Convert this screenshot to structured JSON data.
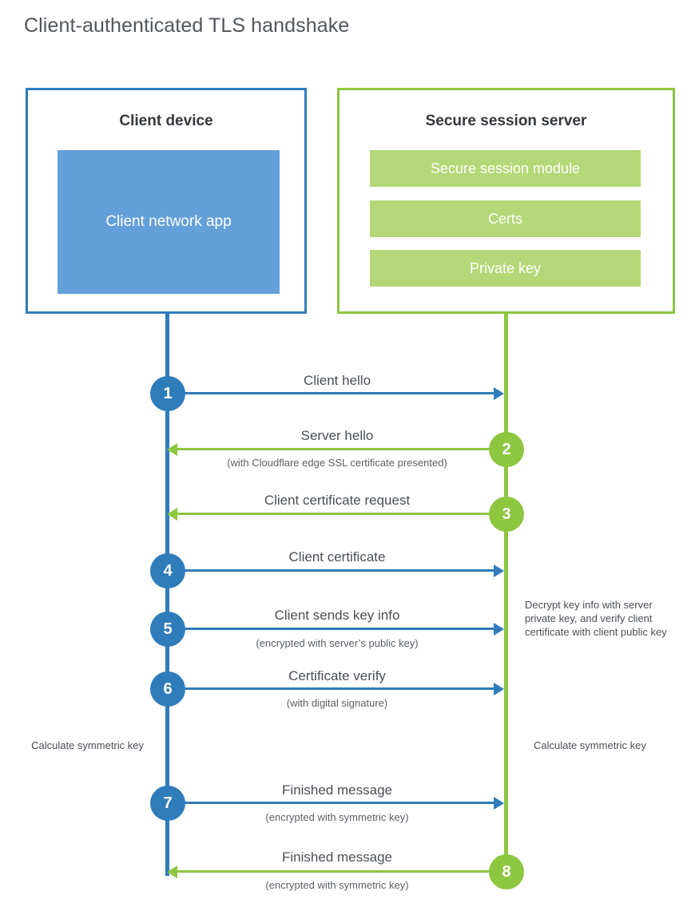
{
  "title": "Client-authenticated TLS handshake",
  "colors": {
    "client_blue": "#2f7cbb",
    "client_app_fill": "#639fd8",
    "server_green": "#8dc63f",
    "server_module_fill": "#b4d877",
    "title_gray": "#51565c",
    "text_gray": "#4a4f55"
  },
  "parties": {
    "client": {
      "title": "Client device",
      "app_label": "Client network app"
    },
    "server": {
      "title": "Secure session server",
      "modules": [
        "Secure session module",
        "Certs",
        "Private key"
      ]
    }
  },
  "steps": [
    {
      "number": "1",
      "side": "client",
      "direction": "right",
      "label": "Client hello",
      "sublabel": ""
    },
    {
      "number": "2",
      "side": "server",
      "direction": "left",
      "label": "Server hello",
      "sublabel": "(with Cloudflare edge SSL certificate presented)"
    },
    {
      "number": "3",
      "side": "server",
      "direction": "left",
      "label": "Client certificate request",
      "sublabel": ""
    },
    {
      "number": "4",
      "side": "client",
      "direction": "right",
      "label": "Client certificate",
      "sublabel": ""
    },
    {
      "number": "5",
      "side": "client",
      "direction": "right",
      "label": "Client sends key info",
      "sublabel": "(encrypted with server’s public key)"
    },
    {
      "number": "6",
      "side": "client",
      "direction": "right",
      "label": "Certificate verify",
      "sublabel": "(with digital signature)"
    },
    {
      "number": "7",
      "side": "client",
      "direction": "right",
      "label": "Finished message",
      "sublabel": "(encrypted with symmetric key)"
    },
    {
      "number": "8",
      "side": "server",
      "direction": "left",
      "label": "Finished message",
      "sublabel": "(encrypted with symmetric key)"
    }
  ],
  "annotations": {
    "decrypt_note": "Decrypt key info with server private key, and verify client certificate with client public key",
    "client_calculate": "Calculate symmetric key",
    "server_calculate": "Calculate symmetric key"
  }
}
